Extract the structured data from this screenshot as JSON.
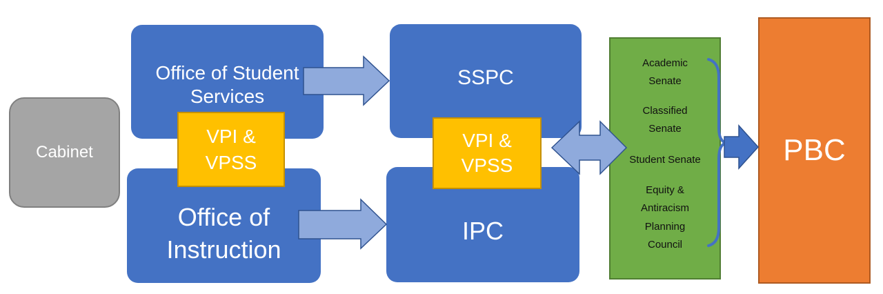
{
  "nodes": {
    "cabinet": "Cabinet",
    "office_student_services": [
      "Office of Student",
      "Services"
    ],
    "office_instruction": [
      "Office of",
      "Instruction"
    ],
    "sspc": "SSPC",
    "ipc": "IPC",
    "vpi_vpss_top": [
      "VPI &",
      "VPSS"
    ],
    "vpi_vpss_bottom": [
      "VPI &",
      "VPSS"
    ],
    "senates": {
      "academic": [
        "Academic",
        "Senate"
      ],
      "classified": [
        "Classified",
        "Senate"
      ],
      "student": "Student Senate",
      "equity": [
        "Equity &",
        "Antiracism",
        "Planning",
        "Council"
      ]
    },
    "pbc": "PBC"
  },
  "colors": {
    "primary_blue": "#4472c4",
    "arrow_blue": "#8faadc",
    "gold": "#ffc000",
    "green": "#70ad47",
    "orange": "#ed7d31",
    "gray": "#a5a5a5"
  }
}
